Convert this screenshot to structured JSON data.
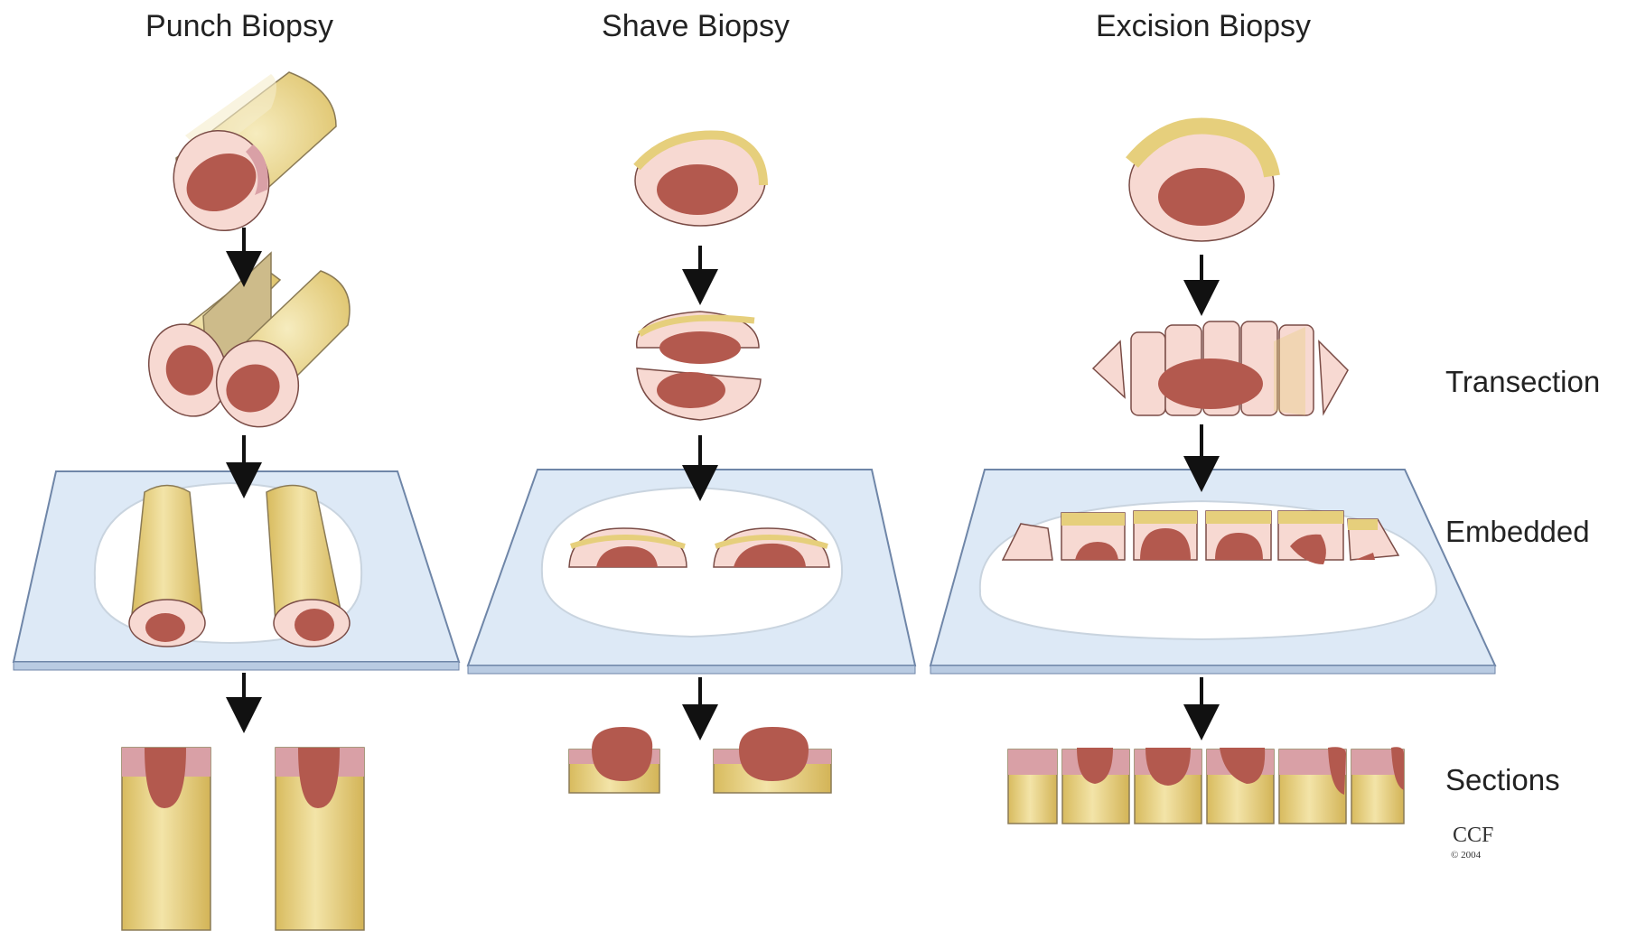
{
  "columns": [
    {
      "title": "Punch Biopsy"
    },
    {
      "title": "Shave Biopsy"
    },
    {
      "title": "Excision Biopsy"
    }
  ],
  "row_labels": {
    "transection": "Transection",
    "embedded": "Embedded",
    "sections": "Sections"
  },
  "credit": {
    "name": "CCF",
    "year": "© 2004"
  },
  "colors": {
    "fat": "#e6cf7c",
    "fat_highlight": "#f4e7b0",
    "dermis": "#f6d6cf",
    "dermis_band": "#d9a0a6",
    "lesion": "#b3594e",
    "cassette": "#dde9f6",
    "cassette_edge": "#6f86a8",
    "arrow": "#111111"
  }
}
